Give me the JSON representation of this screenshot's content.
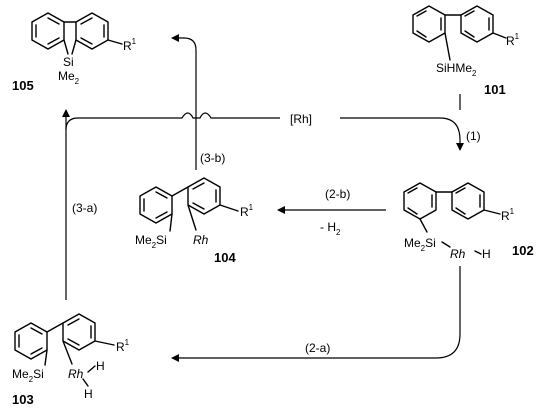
{
  "compounds": {
    "c101": {
      "number": "101",
      "subst": "R",
      "subst_sup": "1",
      "si": "SiHMe",
      "si_sub": "2"
    },
    "c102": {
      "number": "102",
      "subst": "R",
      "subst_sup": "1",
      "si": "Me",
      "si_sub": "2",
      "si2": "Si",
      "rh": "Rh",
      "h": "H"
    },
    "c103": {
      "number": "103",
      "subst": "R",
      "subst_sup": "1",
      "si": "Me",
      "si_sub": "2",
      "si2": "Si",
      "rh": "Rh",
      "h1": "H",
      "h2": "H"
    },
    "c104": {
      "number": "104",
      "subst": "R",
      "subst_sup": "1",
      "si": "Me",
      "si_sub": "2",
      "si2": "Si",
      "rh": "Rh"
    },
    "c105": {
      "number": "105",
      "subst": "R",
      "subst_sup": "1",
      "si": "Si",
      "me": "Me",
      "me_sub": "2"
    }
  },
  "steps": {
    "s1": "(1)",
    "s2a": "(2-a)",
    "s2b": "(2-b)",
    "h2_loss": "- H",
    "h2_sub": "2",
    "s3a": "(3-a)",
    "s3b": "(3-b)"
  },
  "catalyst": "[Rh]"
}
